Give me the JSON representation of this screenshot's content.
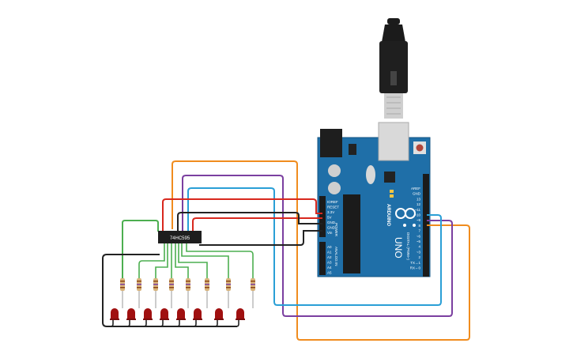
{
  "chip": {
    "label": "74HC595"
  },
  "arduino": {
    "brand": "ARDUINO",
    "model": "UNO",
    "power_header_title": "POWER",
    "analog_header_title": "ANALOG IN",
    "digital_header_title": "DIGITAL (PWM~)",
    "power_pins": [
      "IOREF",
      "RESET",
      "3.3V",
      "5V",
      "GND",
      "GND",
      "Vin"
    ],
    "analog_pins": [
      "A0",
      "A1",
      "A2",
      "A3",
      "A4",
      "A5"
    ],
    "digital_pins": [
      "AREF",
      "GND",
      "13",
      "12",
      "~11",
      "~10",
      "~9",
      "8",
      "7",
      "~6",
      "~5",
      "4",
      "~3",
      "2",
      "TX→1",
      "RX←0"
    ]
  },
  "colors": {
    "board": "#1f6fa8",
    "wire_orange": "#f08c1e",
    "wire_purple": "#7b3fa0",
    "wire_cyan": "#2a9fd6",
    "wire_red": "#d8281e",
    "wire_green": "#4caf50",
    "wire_black": "#222222",
    "led": "#a01010"
  }
}
